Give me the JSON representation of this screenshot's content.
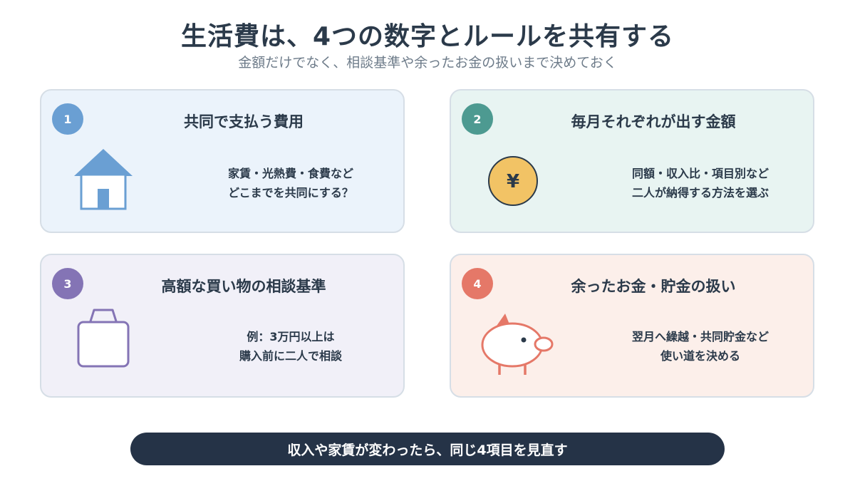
{
  "header": {
    "title": "生活費は、4つの数字とルールを共有する",
    "subtitle": "金額だけでなく、相談基準や余ったお金の扱いまで決めておく"
  },
  "cards": [
    {
      "number": "1",
      "title": "共同で支払う費用",
      "desc_lines": [
        "家賃・光熱費・食費など",
        "どこまでを共同にする？"
      ],
      "icon": "house-icon",
      "accent": "#6a9fd3"
    },
    {
      "number": "2",
      "title": "毎月それぞれが出す金額",
      "desc_lines": [
        "同額・収入比・項目別など",
        "二人が納得する方法を選ぶ"
      ],
      "icon": "yen-coin-icon",
      "icon_text": "¥",
      "accent": "#4d9a91"
    },
    {
      "number": "3",
      "title": "高額な買い物の相談基準",
      "desc_lines": [
        "例：3万円以上は",
        "購入前に二人で相談"
      ],
      "icon": "shopping-bag-icon",
      "accent": "#8474b5"
    },
    {
      "number": "4",
      "title": "余ったお金・貯金の扱い",
      "desc_lines": [
        "翌月へ繰越・共同貯金など",
        "使い道を決める"
      ],
      "icon": "piggy-bank-icon",
      "accent": "#e57868"
    }
  ],
  "footer": {
    "text": "収入や家賃が変わったら、同じ4項目を見直す"
  }
}
